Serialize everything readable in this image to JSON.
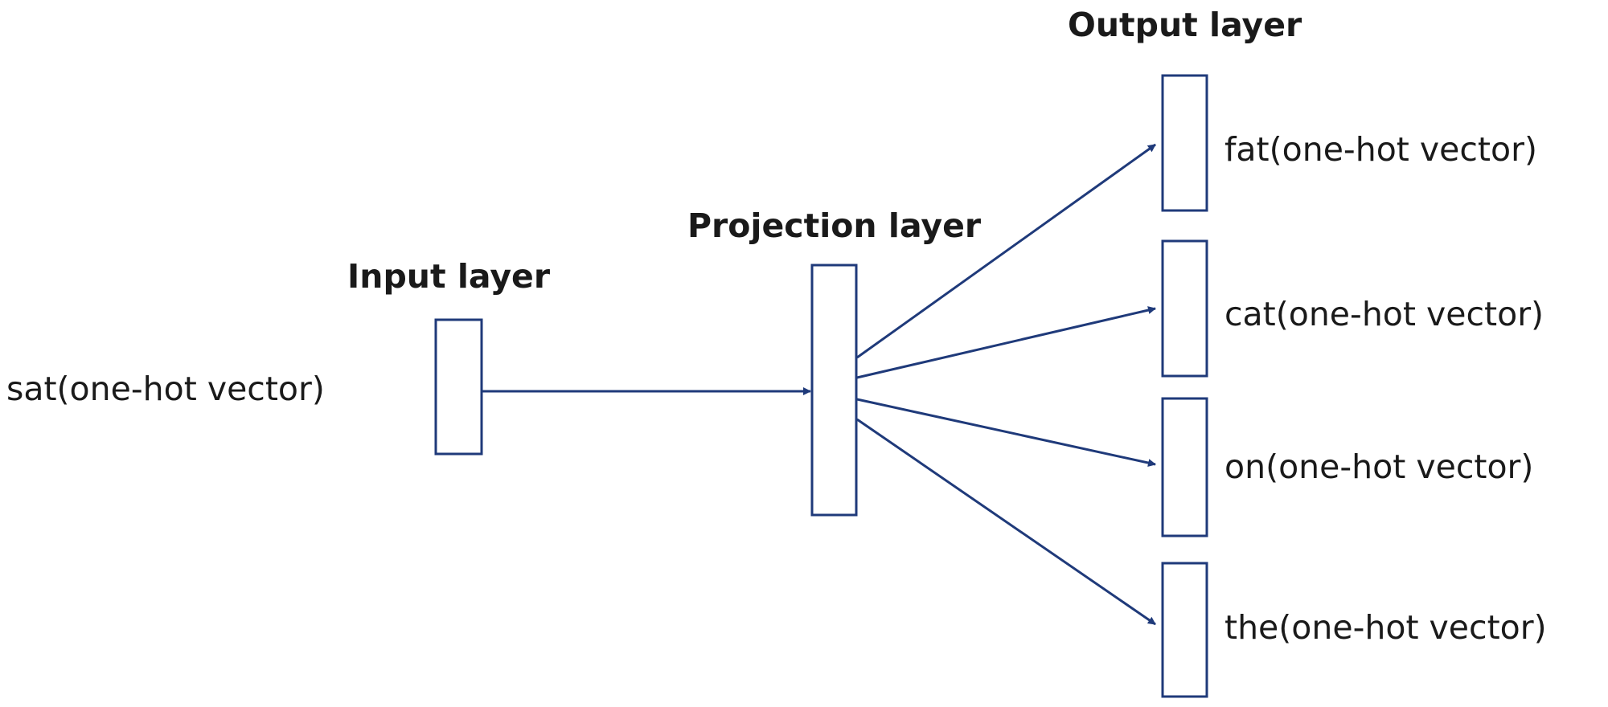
{
  "diagram": {
    "title": "Skip-gram style network: Input layer → Projection layer → Output layer",
    "stroke_color": "#1f3a7a",
    "text_color": "#1a1a1a",
    "layers": {
      "input": {
        "heading": "Input layer",
        "label": "sat(one-hot vector)"
      },
      "projection": {
        "heading": "Projection layer"
      },
      "output": {
        "heading": "Output layer",
        "nodes": [
          {
            "label": "fat(one-hot vector)"
          },
          {
            "label": "cat(one-hot vector)"
          },
          {
            "label": "on(one-hot vector)"
          },
          {
            "label": "the(one-hot vector)"
          }
        ]
      }
    },
    "edges": [
      {
        "from": "input",
        "to": "projection"
      },
      {
        "from": "projection",
        "to": "output-0"
      },
      {
        "from": "projection",
        "to": "output-1"
      },
      {
        "from": "projection",
        "to": "output-2"
      },
      {
        "from": "projection",
        "to": "output-3"
      }
    ]
  }
}
